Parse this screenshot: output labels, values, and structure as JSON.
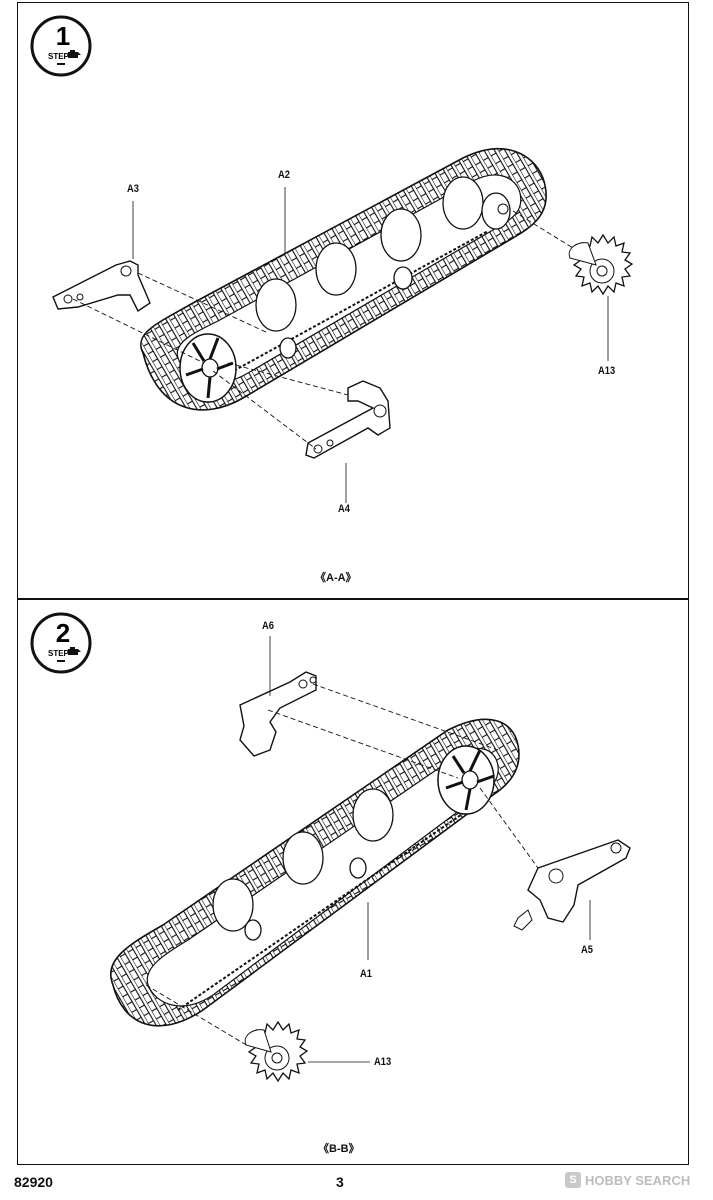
{
  "steps": [
    {
      "number": "1",
      "step_word": "STEP",
      "section_label": "《A-A》",
      "parts": {
        "a3": "A3",
        "a2": "A2",
        "a13": "A13",
        "a4": "A4"
      }
    },
    {
      "number": "2",
      "step_word": "STEP",
      "section_label": "《B-B》",
      "parts": {
        "a6": "A6",
        "a1": "A1",
        "a5": "A5",
        "a13": "A13"
      }
    }
  ],
  "footer": {
    "product_code": "82920",
    "page_number": "3",
    "watermark": "HOBBY SEARCH",
    "watermark_mark": "S"
  }
}
